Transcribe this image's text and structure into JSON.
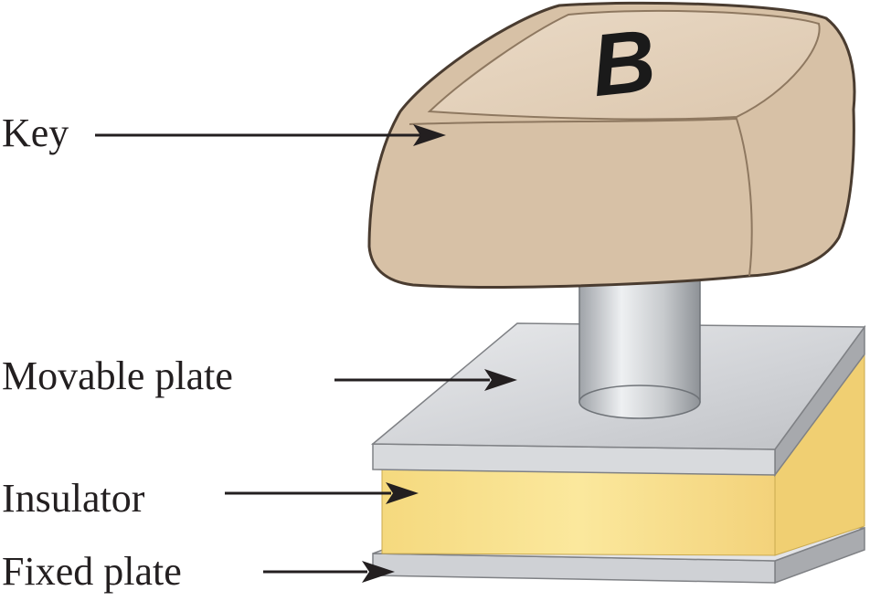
{
  "labels": {
    "key": "Key",
    "movable_plate": "Movable plate",
    "insulator": "Insulator",
    "fixed_plate": "Fixed plate"
  },
  "key_letter": "B",
  "colors": {
    "key_cap": "#d9c3a9",
    "key_cap_top": "#e6d3bd",
    "key_outline": "#4a3c30",
    "plate": "#d4d6da",
    "plate_edge": "#9a9ca0",
    "insulator": "#f7e08a",
    "stem": "#c8cbcf"
  }
}
